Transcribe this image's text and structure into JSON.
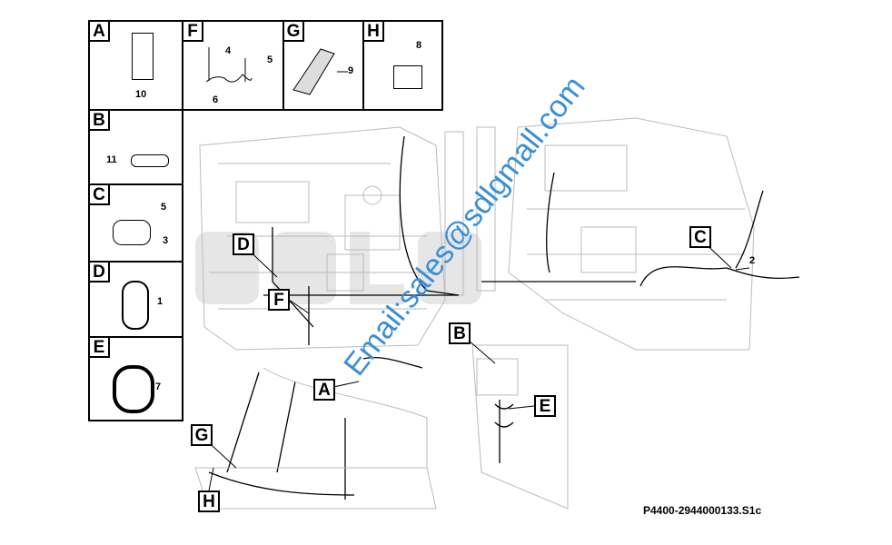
{
  "legend": {
    "cells": [
      {
        "letter": "A",
        "parts": [
          "10"
        ]
      },
      {
        "letter": "F",
        "parts": [
          "4",
          "5",
          "6"
        ]
      },
      {
        "letter": "G",
        "parts": [
          "9"
        ]
      },
      {
        "letter": "H",
        "parts": [
          "8"
        ]
      },
      {
        "letter": "B",
        "parts": [
          "11"
        ]
      },
      {
        "letter": "C",
        "parts": [
          "5",
          "3"
        ]
      },
      {
        "letter": "D",
        "parts": [
          "1"
        ]
      },
      {
        "letter": "E",
        "parts": [
          "7"
        ]
      }
    ]
  },
  "callouts": {
    "D": "D",
    "F": "F",
    "C": "C",
    "B": "B",
    "E": "E",
    "A": "A",
    "G": "G",
    "H": "H",
    "part2": "2"
  },
  "watermark": "Email:sales@sdlgmall.com",
  "watermark_logo": "SDLG",
  "drawing_code": "P4400-2944000133.S1c"
}
